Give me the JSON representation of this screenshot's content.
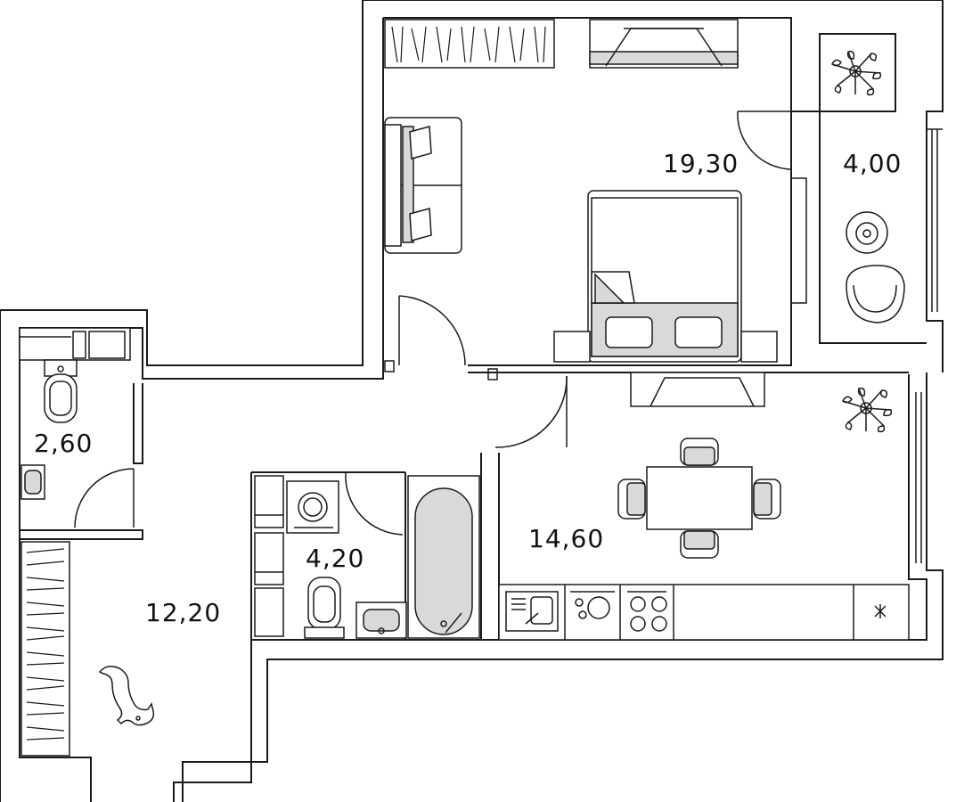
{
  "rooms": {
    "living_room": {
      "area": "19,30"
    },
    "balcony": {
      "area": "4,00"
    },
    "toilet": {
      "area": "2,60"
    },
    "hallway": {
      "area": "12,20"
    },
    "bathroom": {
      "area": "4,20"
    },
    "kitchen": {
      "area": "14,60"
    }
  },
  "colors": {
    "line": "#1a1a1a",
    "fill_gray": "#d9d9d9",
    "background": "#ffffff"
  },
  "icons": [
    "plant-icon",
    "plant-icon",
    "cat-icon",
    "ventilation-icon"
  ]
}
